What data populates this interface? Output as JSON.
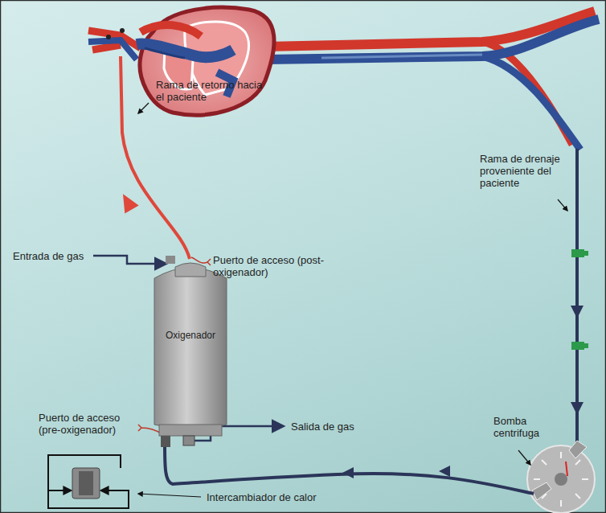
{
  "diagram": {
    "nodes": [
      {
        "text": [
          "Oxigenador"
        ]
      }
    ],
    "labels": [
      "Rama de retorno hacia el paciente",
      "Rama de drenaje proveniente del paciente",
      "Entrada de gas",
      "Puerto de acceso (post-oxigenador)",
      "Puerto de acceso (pre-oxigenador)",
      "Salida de gas",
      "Bomba centrifuga",
      "Intercambiador de calor"
    ]
  }
}
